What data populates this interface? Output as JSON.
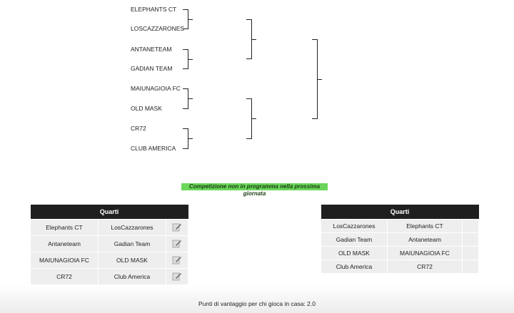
{
  "bracket": {
    "teams": [
      "ELEPHANTS CT",
      "LOSCAZZARONES",
      "ANTANETEAM",
      "GADIAN TEAM",
      "MAIUNAGIOIA FC",
      "OLD MASK",
      "CR72",
      "CLUB AMERICA"
    ]
  },
  "notice": "Competizione non in programma nella prossima giornata",
  "left_table": {
    "title": "Quarti",
    "rows": [
      [
        "Elephants CT",
        "LosCazzarones"
      ],
      [
        "Antaneteam",
        "Gadian Team"
      ],
      [
        "MAIUNAGIOIA FC",
        "OLD MASK"
      ],
      [
        "CR72",
        "Club America"
      ]
    ],
    "icon": "edit-icon"
  },
  "right_table": {
    "title": "Quarti",
    "rows": [
      [
        "LosCazzarones",
        "Elephants CT"
      ],
      [
        "Gadian Team",
        "Antaneteam"
      ],
      [
        "OLD MASK",
        "MAIUNAGIOIA FC"
      ],
      [
        "Club America",
        "CR72"
      ]
    ]
  },
  "footer": "Punti di vantaggio per chi gioca in casa: 2.0"
}
